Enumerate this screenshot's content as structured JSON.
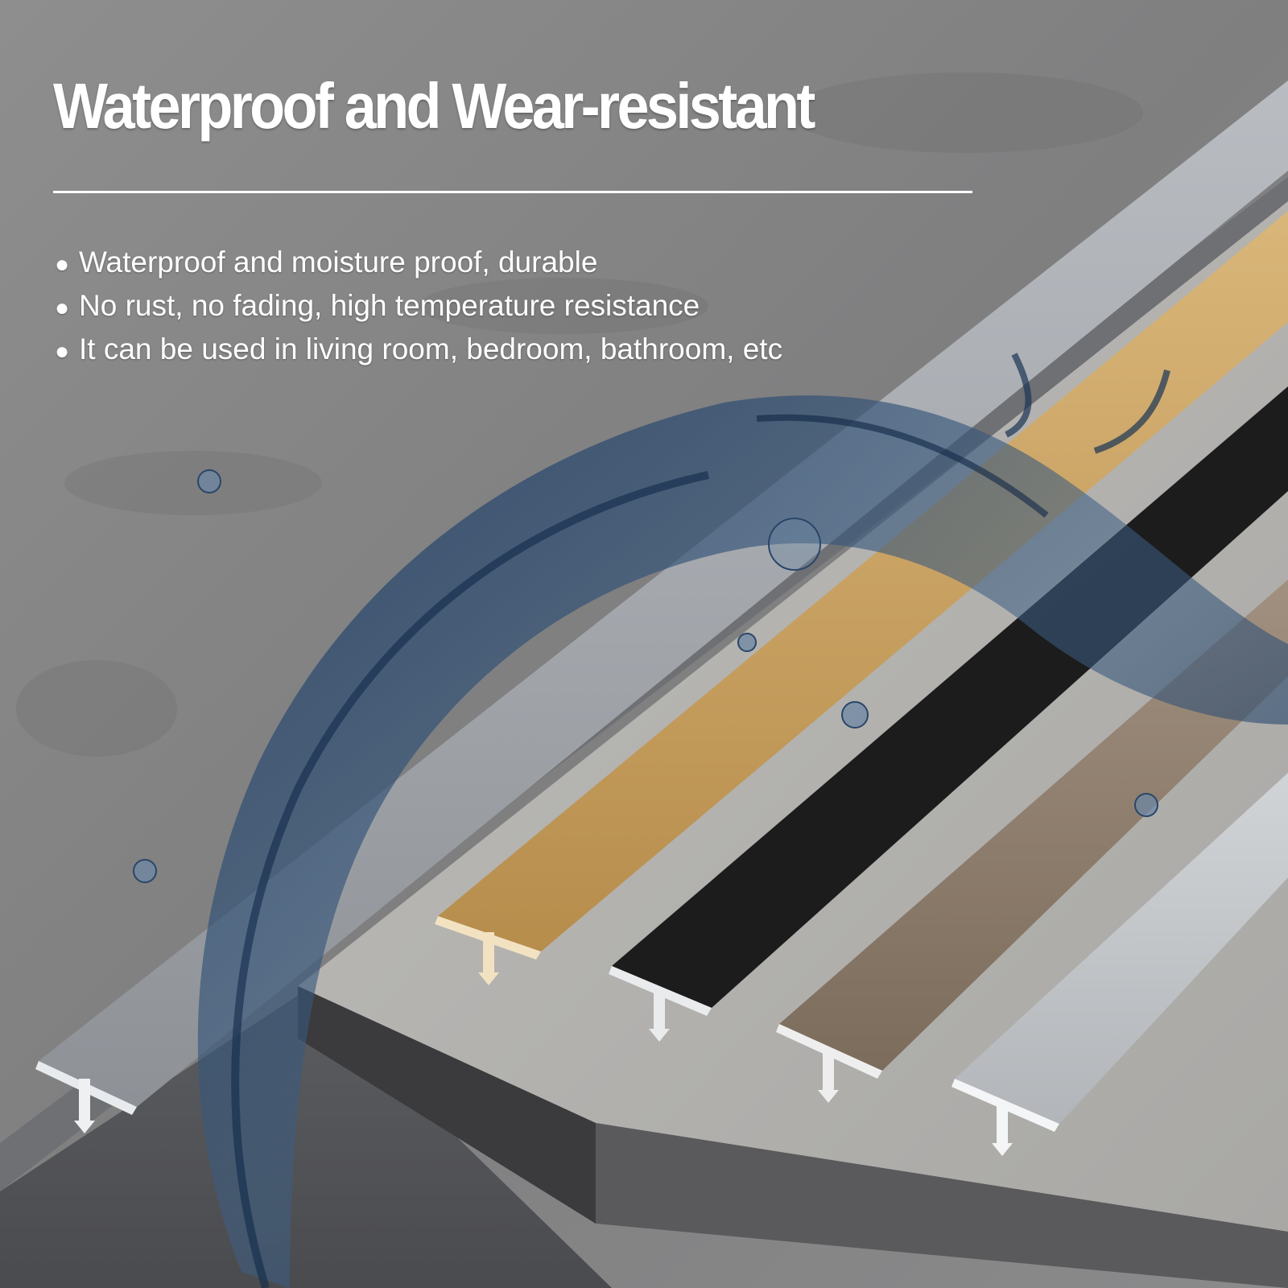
{
  "headline": "Waterproof and Wear-resistant",
  "features": [
    "Waterproof and moisture proof, durable",
    "No rust, no fading, high temperature resistance",
    "It can be used in living room, bedroom, bathroom, etc"
  ],
  "bullet_symbol": "●",
  "colors": {
    "wall": "#8c8c8c",
    "floor": "#55565a",
    "text": "#ffffff",
    "strip_silver": "#a7abb0",
    "strip_gold": "#c9a260",
    "strip_black": "#1b1b1c",
    "strip_bronze": "#8f7f6d",
    "strip_light_silver": "#c3c6c9",
    "water": "#1f3d63"
  }
}
